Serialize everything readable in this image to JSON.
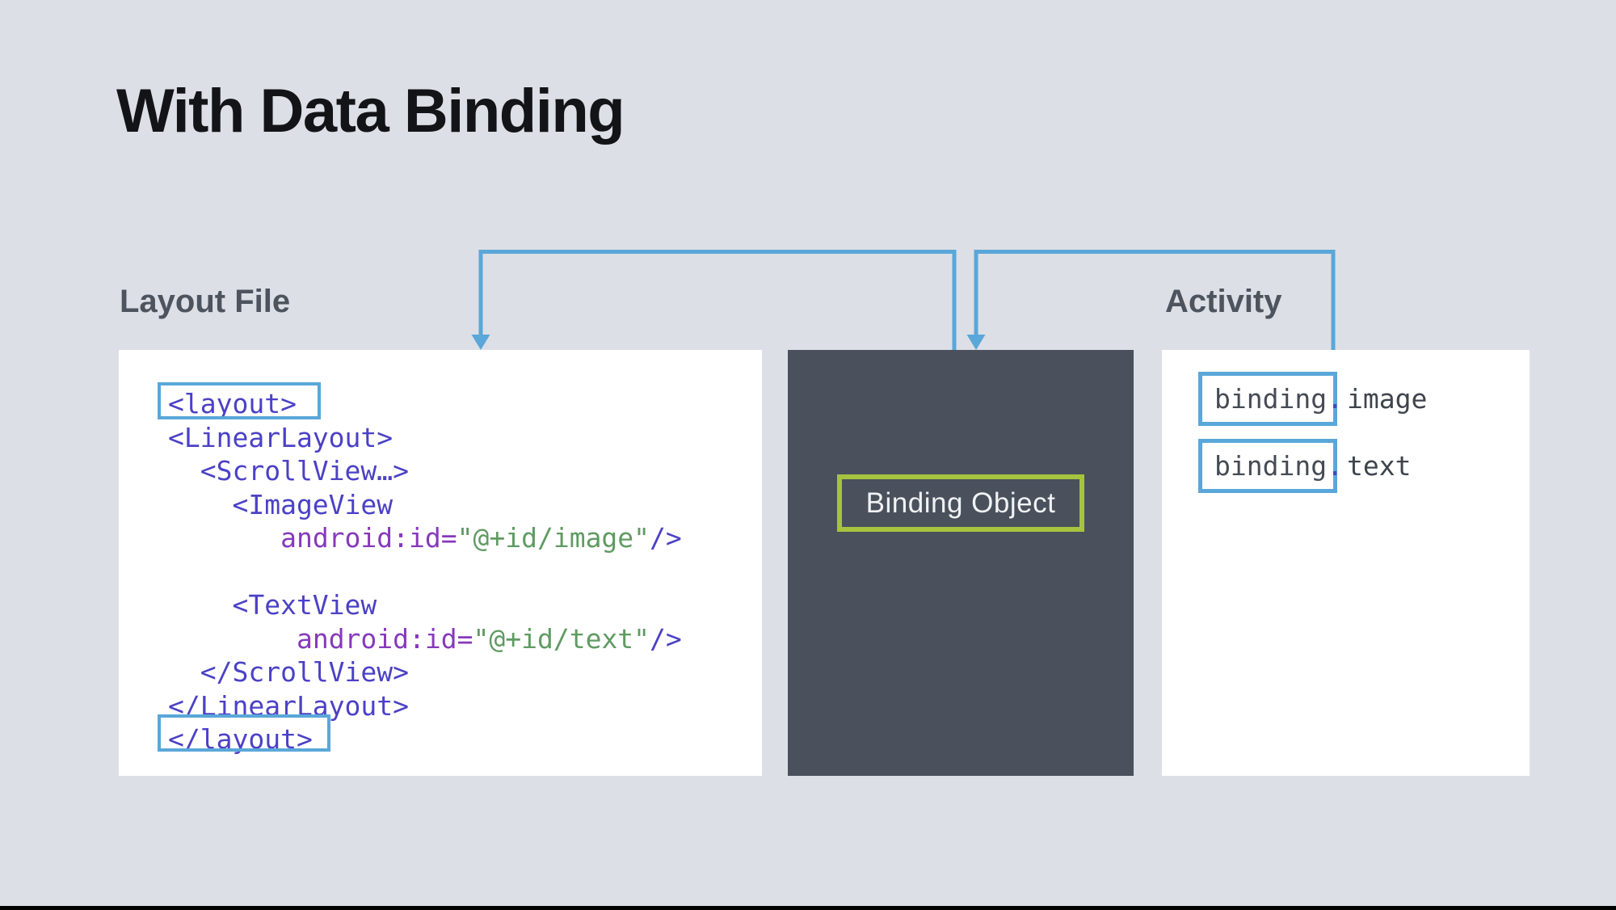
{
  "title": "With Data Binding",
  "colors": {
    "background": "#dcdfe6",
    "panel_white": "#ffffff",
    "panel_dark": "#4a515c",
    "accent_blue": "#5aa7d9",
    "accent_green": "#a7c33f",
    "code_tag": "#4b41c6",
    "code_attr": "#8639bb",
    "code_string": "#5f9b62",
    "code_plain": "#454b54",
    "heading": "#4d545e",
    "title": "#131417",
    "property_text": "#3e444c",
    "binding_label_text": "#f0f2f4",
    "bottom_bar": "#000000"
  },
  "sections": {
    "layout_file": {
      "label": "Layout File",
      "code_lines": [
        {
          "boxed": true,
          "segments": [
            {
              "text": "<layout>",
              "color": "tag"
            }
          ]
        },
        {
          "segments": [
            {
              "text": "<LinearLayout>",
              "color": "tag"
            }
          ]
        },
        {
          "segments": [
            {
              "text": "  <ScrollView…>",
              "color": "tag"
            }
          ]
        },
        {
          "segments": [
            {
              "text": "    <ImageView",
              "color": "tag"
            }
          ]
        },
        {
          "segments": [
            {
              "text": "       ",
              "color": "plain"
            },
            {
              "text": "android:id=",
              "color": "attr"
            },
            {
              "text": "\"@+id/image\"",
              "color": "string"
            },
            {
              "text": "/>",
              "color": "tag"
            }
          ]
        },
        {
          "segments": []
        },
        {
          "segments": [
            {
              "text": "    <TextView",
              "color": "tag"
            }
          ]
        },
        {
          "segments": [
            {
              "text": "        ",
              "color": "plain"
            },
            {
              "text": "android:id=",
              "color": "attr"
            },
            {
              "text": "\"@+id/text\"",
              "color": "string"
            },
            {
              "text": "/>",
              "color": "tag"
            }
          ]
        },
        {
          "segments": [
            {
              "text": "  </ScrollView>",
              "color": "tag"
            }
          ]
        },
        {
          "segments": [
            {
              "text": "</LinearLayout>",
              "color": "tag"
            }
          ]
        },
        {
          "boxed": true,
          "segments": [
            {
              "text": "</layout>",
              "color": "tag"
            }
          ]
        }
      ]
    },
    "binding_object": {
      "label": "Binding Object"
    },
    "activity": {
      "label": "Activity",
      "bindings": [
        {
          "object": "binding",
          "dot": ".",
          "property": "image"
        },
        {
          "object": "binding",
          "dot": ".",
          "property": "text"
        }
      ]
    }
  }
}
